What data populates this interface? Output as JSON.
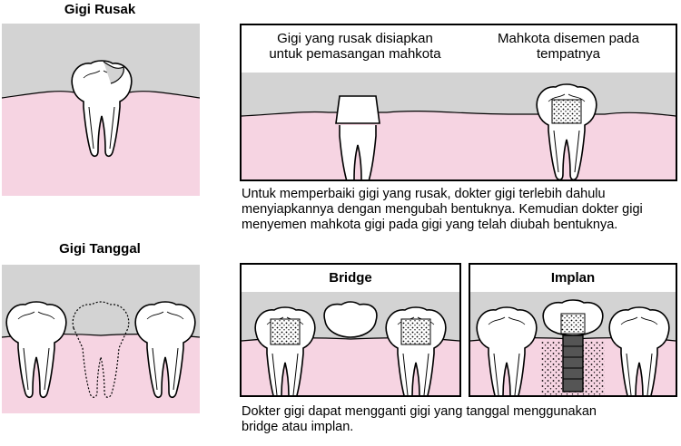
{
  "damaged": {
    "title": "Gigi Rusak"
  },
  "missing": {
    "title": "Gigi Tanggal"
  },
  "crown": {
    "left_label": "Gigi yang rusak disiapkan untuk pemasangan mahkota",
    "right_label": "Mahkota disemen pada tempatnya",
    "caption": "Untuk memperbaiki gigi yang rusak, dokter gigi terlebih dahulu menyiapkannya dengan mengubah bentuknya. Kemudian dokter gigi menyemen mahkota gigi pada gigi yang telah diubah bentuknya."
  },
  "bridge": {
    "title": "Bridge"
  },
  "implant": {
    "title": "Implan"
  },
  "replace_caption": "Dokter gigi dapat mengganti gigi yang tanggal menggunakan bridge atau implan.",
  "colors": {
    "gum": "#f6d4e2",
    "background_gray": "#d3d3d3",
    "outline": "#000000",
    "tooth": "#ffffff"
  }
}
